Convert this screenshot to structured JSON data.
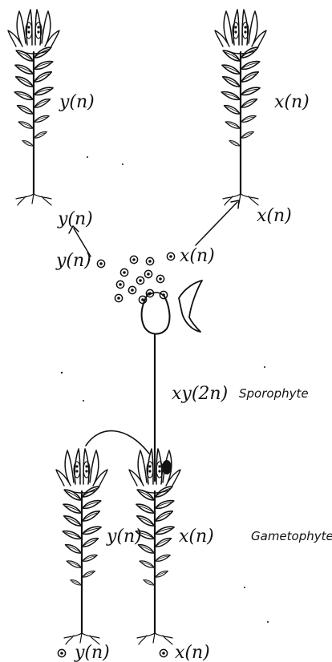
{
  "labels": {
    "top_left_plant": "y(n)",
    "top_right_plant": "x(n)",
    "top_left_base": "y(n)",
    "top_right_base": "x(n)",
    "spore_left": "y(n)",
    "spore_right": "x(n)",
    "sporophyte_genotype": "xy(2n)",
    "sporophyte_word": "Sporophyte",
    "bottom_left_plant": "y(n)",
    "bottom_right_plant": "x(n)",
    "gametophyte_word": "Gametophyte",
    "bottom_spore_left": "y(n)",
    "bottom_spore_right": "x(n)"
  },
  "colors": {
    "ink": "#111111",
    "background": "#ffffff"
  }
}
